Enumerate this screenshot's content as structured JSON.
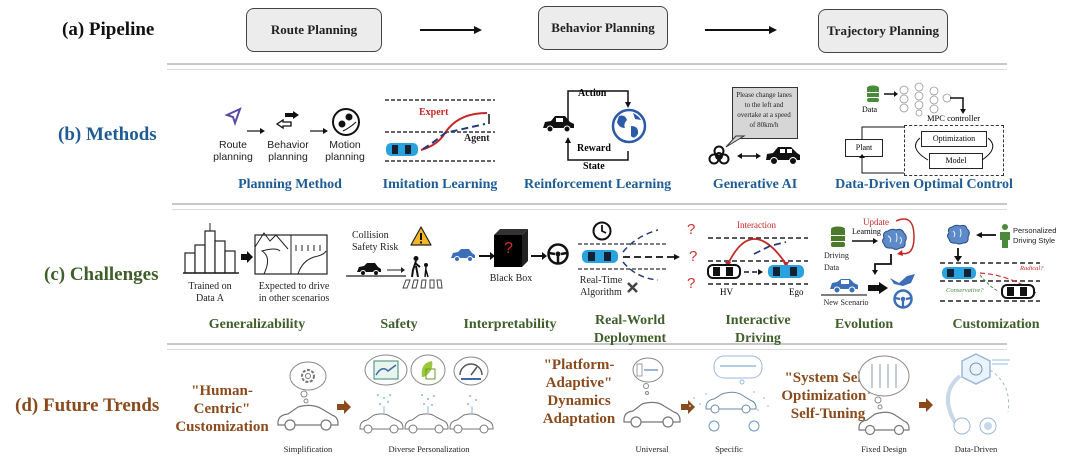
{
  "rows": {
    "pipeline": {
      "label": "(a) Pipeline",
      "color": "#111111",
      "stages": [
        "Route Planning",
        "Behavior Planning",
        "Trajectory Planning"
      ]
    },
    "methods": {
      "label": "(b) Methods",
      "color": "#1f5c96",
      "items": [
        {
          "caption": "Planning Method",
          "parts": [
            "Route planning",
            "Behavior planning",
            "Motion planning"
          ]
        },
        {
          "caption": "Imitation Learning",
          "texts": [
            "Expert",
            "Agent"
          ]
        },
        {
          "caption": "Reinforcement Learning",
          "texts": [
            "Action",
            "Reward",
            "State"
          ]
        },
        {
          "caption": "Generative AI",
          "speech": "Please change lanes to the left and overtake at a speed of 80km/h"
        },
        {
          "caption": "Data-Driven Optimal Control",
          "texts": [
            "Data",
            "MPC controller",
            "Optimization",
            "Model",
            "Plant"
          ]
        }
      ]
    },
    "challenges": {
      "label": "(c) Challenges",
      "color": "#3f5e2a",
      "items": [
        {
          "caption": "Generalizability",
          "texts": [
            "Trained on Data A",
            "Expected to drive in other scenarios"
          ]
        },
        {
          "caption": "Safety",
          "texts": [
            "Collision Safety Risk"
          ]
        },
        {
          "caption": "Interpretability",
          "texts": [
            "Black Box",
            "?"
          ]
        },
        {
          "caption": "Real-World Deployment",
          "texts": [
            "Real-Time Algorithm",
            "?"
          ]
        },
        {
          "caption": "Interactive Driving",
          "texts": [
            "Interaction",
            "HV",
            "Ego"
          ]
        },
        {
          "caption": "Evolution",
          "texts": [
            "Update",
            "Learning",
            "Driving Data",
            "New Scenario"
          ]
        },
        {
          "caption": "Customization",
          "texts": [
            "Personalized Driving Style",
            "Radical?",
            "Conservative?"
          ]
        }
      ]
    },
    "trends": {
      "label": "(d) Future Trends",
      "color": "#8a4a1c",
      "items": [
        {
          "title": "\"Human-Centric\" Customization",
          "from": "Simplification",
          "to": "Diverse Personalization"
        },
        {
          "title": "\"Platform-Adaptive\" Dynamics Adaptation",
          "from": "Universal",
          "to": "Specific"
        },
        {
          "title": "\"System Self-Optimization\" Self-Tuning",
          "from": "Fixed Design",
          "to": "Data-Driven"
        }
      ]
    }
  },
  "icons": [
    "navigation-arrow-icon",
    "turn-arrows-icon",
    "map-pin-icon",
    "car-icon",
    "globe-icon",
    "openai-icon",
    "database-icon",
    "neural-net-icon",
    "city-icon",
    "mountains-icon",
    "warning-icon",
    "pedestrian-icon",
    "black-box-icon",
    "steering-wheel-icon",
    "clock-icon",
    "brain-icon",
    "person-icon",
    "gear-icon"
  ]
}
